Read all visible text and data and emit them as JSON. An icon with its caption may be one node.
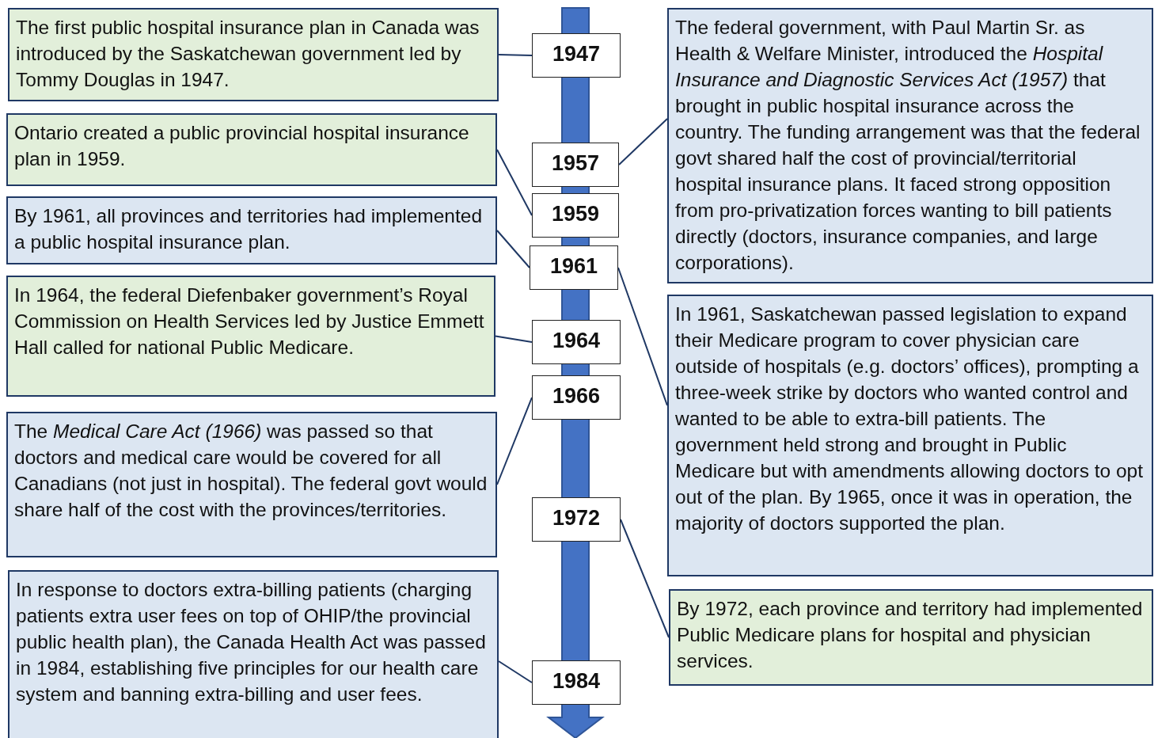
{
  "diagram": {
    "nodes": [
      {
        "text": [
          "The first public hospital insurance plan in Canada was introduced by the Saskatchewan government led by Tommy Douglas in 1947."
        ]
      },
      {
        "text": [
          "Ontario created a public provincial hospital insurance plan in 1959."
        ]
      },
      {
        "text": [
          "By 1961, all provinces and territories had implemented a public hospital insurance plan."
        ]
      },
      {
        "text": [
          "In 1964, the federal Diefenbaker government’s Royal Commission on Health Services led by Justice Emmett Hall called for national Public Medicare."
        ]
      },
      {
        "text": [
          "The *Medical Care Act (1966)* was passed so that doctors and medical care would be covered for all Canadians (not just in hospital). The federal govt would share half of the cost with the provinces/territories."
        ]
      },
      {
        "text": [
          "In response to doctors extra-billing patients (charging patients extra user fees on top of OHIP/the provincial public health plan), the Canada Health Act was passed in 1984, establishing five principles for our health care system and banning extra-billing and user fees."
        ]
      },
      {
        "text": [
          "1947"
        ]
      },
      {
        "text": [
          "1957"
        ]
      },
      {
        "text": [
          "1959"
        ]
      },
      {
        "text": [
          "1961"
        ]
      },
      {
        "text": [
          "1964"
        ]
      },
      {
        "text": [
          "1966"
        ]
      },
      {
        "text": [
          "1972"
        ]
      },
      {
        "text": [
          "1984"
        ]
      },
      {
        "text": [
          "The federal government, with Paul Martin Sr. as Health & Welfare Minister, introduced the *Hospital Insurance and Diagnostic Services Act (1957)* that brought in public hospital insurance across the country. The funding arrangement was that the federal govt shared half the cost of provincial/territorial hospital insurance plans. It faced strong opposition from pro-privatization forces wanting to bill patients directly (doctors, insurance companies, and large corporations)."
        ]
      },
      {
        "text": [
          "In 1961, Saskatchewan passed legislation to expand their Medicare program to cover physician care outside of hospitals (e.g. doctors’ offices), prompting a three-week strike by doctors who wanted control and wanted to be able to extra-bill patients. The government held strong and brought in Public Medicare but with amendments allowing doctors to opt out of the plan. By 1965, once it was in operation, the majority of doctors supported the plan."
        ]
      },
      {
        "text": [
          "By 1972, each province and territory had implemented Public Medicare plans for hospital and physician services."
        ]
      }
    ],
    "edges": [
      {
        "from": 0,
        "to": 6,
        "arrow": "none"
      },
      {
        "from": 1,
        "to": 8,
        "arrow": "none"
      },
      {
        "from": 2,
        "to": 9,
        "arrow": "none"
      },
      {
        "from": 3,
        "to": 10,
        "arrow": "none"
      },
      {
        "from": 4,
        "to": 11,
        "arrow": "none"
      },
      {
        "from": 5,
        "to": 13,
        "arrow": "none"
      },
      {
        "from": 14,
        "to": 7,
        "arrow": "none"
      },
      {
        "from": 15,
        "to": 9,
        "arrow": "none"
      },
      {
        "from": 16,
        "to": 12,
        "arrow": "none"
      }
    ]
  }
}
